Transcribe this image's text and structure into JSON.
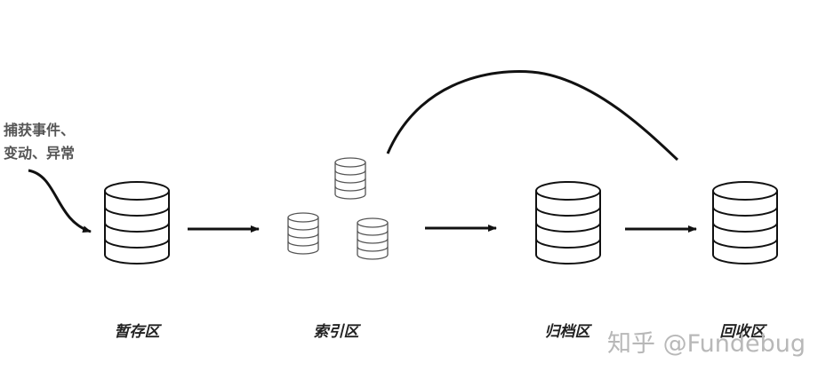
{
  "diagram": {
    "input_note": {
      "line1": "捕获事件、",
      "line2": "变动、异常"
    },
    "stages": [
      {
        "label": "暂存区"
      },
      {
        "label": "索引区"
      },
      {
        "label": "归档区"
      },
      {
        "label": "回收区"
      }
    ],
    "watermark": "知乎 @Fundebug"
  }
}
